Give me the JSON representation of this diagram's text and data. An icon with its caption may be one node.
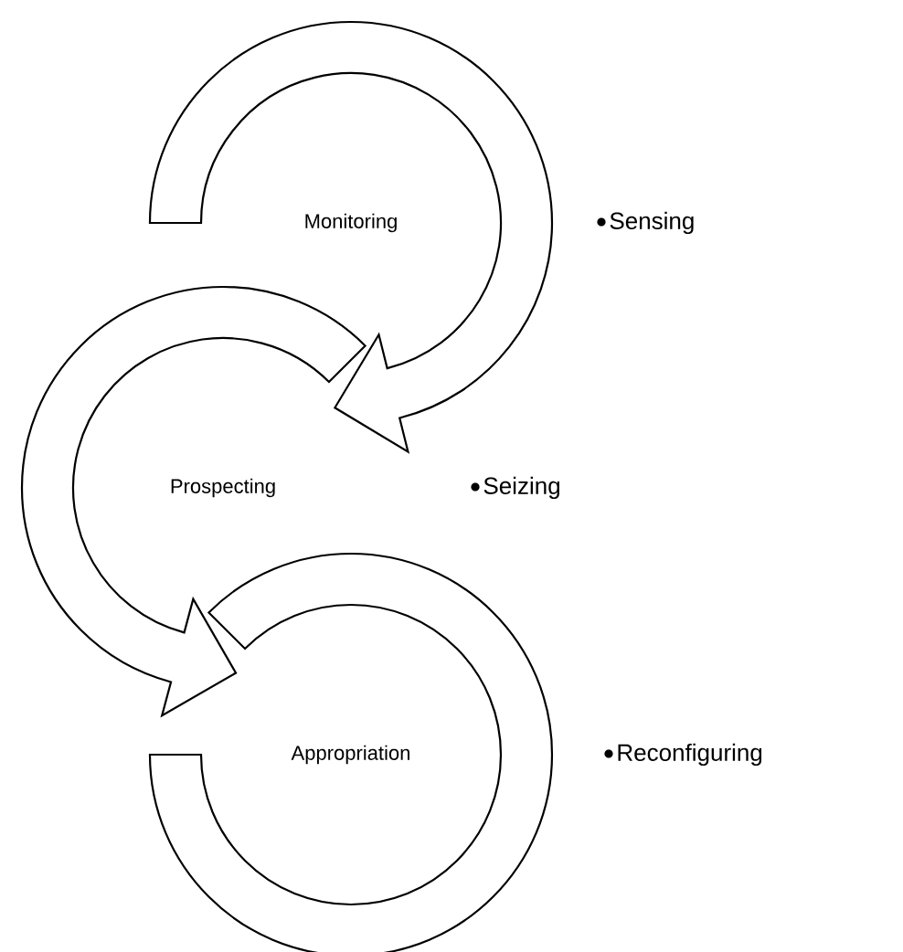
{
  "diagram": {
    "nodes": [
      {
        "text": [
          "Monitoring"
        ],
        "beside": [
          "Sensing"
        ]
      },
      {
        "text": [
          "Prospecting"
        ]
      },
      {
        "text": [
          "Appropriation"
        ],
        "beside": [
          "Reconfiguring"
        ]
      }
    ],
    "labels": [
      "Seizing"
    ]
  }
}
